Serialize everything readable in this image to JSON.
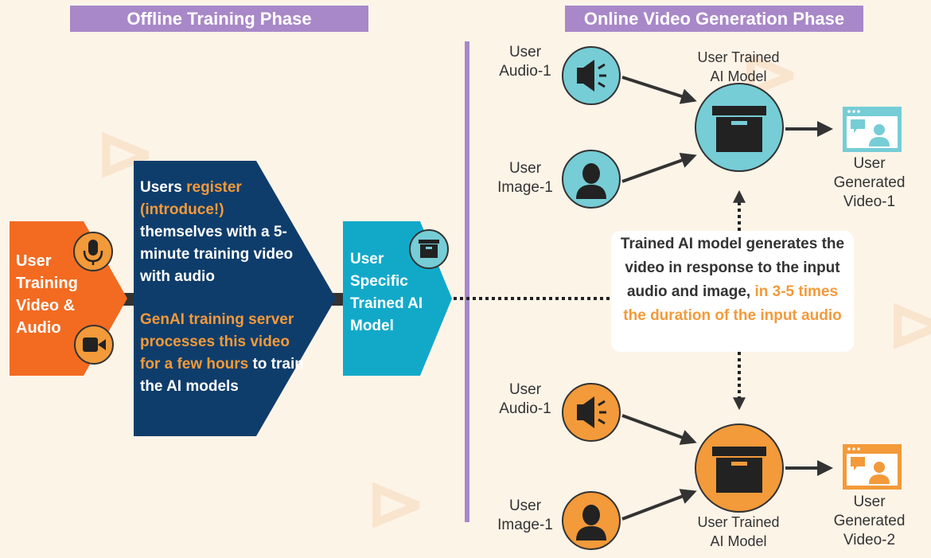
{
  "header": {
    "offline_phase": "Offline Training Phase",
    "online_phase": "Online Video Generation Phase"
  },
  "offline": {
    "input_box": "User Training Video & Audio",
    "process_p1_a": "Users ",
    "process_p1_b": "register (introduce!)",
    "process_p1_c": " themselves with a 5-minute training video with audio",
    "process_p2_a": "GenAI training server processes this video for a few hours",
    "process_p2_b": " to train the AI models",
    "output_box": "User Specific Trained AI Model"
  },
  "online": {
    "top": {
      "audio_label": "User Audio-1",
      "image_label": "User Image-1",
      "model_label": "User Trained AI Model",
      "output_label": "User Generated Video-1"
    },
    "bottom": {
      "audio_label": "User Audio-1",
      "image_label": "User Image-1",
      "model_label": "User Trained AI Model",
      "output_label": "User Generated Video-2"
    },
    "note_a": "Trained AI model generates the video in response to the input audio and image, ",
    "note_b": "in 3-5 times the duration of the input audio"
  },
  "colors": {
    "background": "#fdf4e8",
    "phase_header": "#a888c8",
    "orange": "#f26b21",
    "orange_light": "#f39a3a",
    "navy": "#0f3d6b",
    "teal": "#12a9c9",
    "teal_light": "#76cdd6",
    "divider": "#a888c8"
  },
  "icons": [
    "microphone-icon",
    "video-camera-icon",
    "archive-box-icon",
    "speaker-icon",
    "user-silhouette-icon",
    "video-call-icon"
  ]
}
